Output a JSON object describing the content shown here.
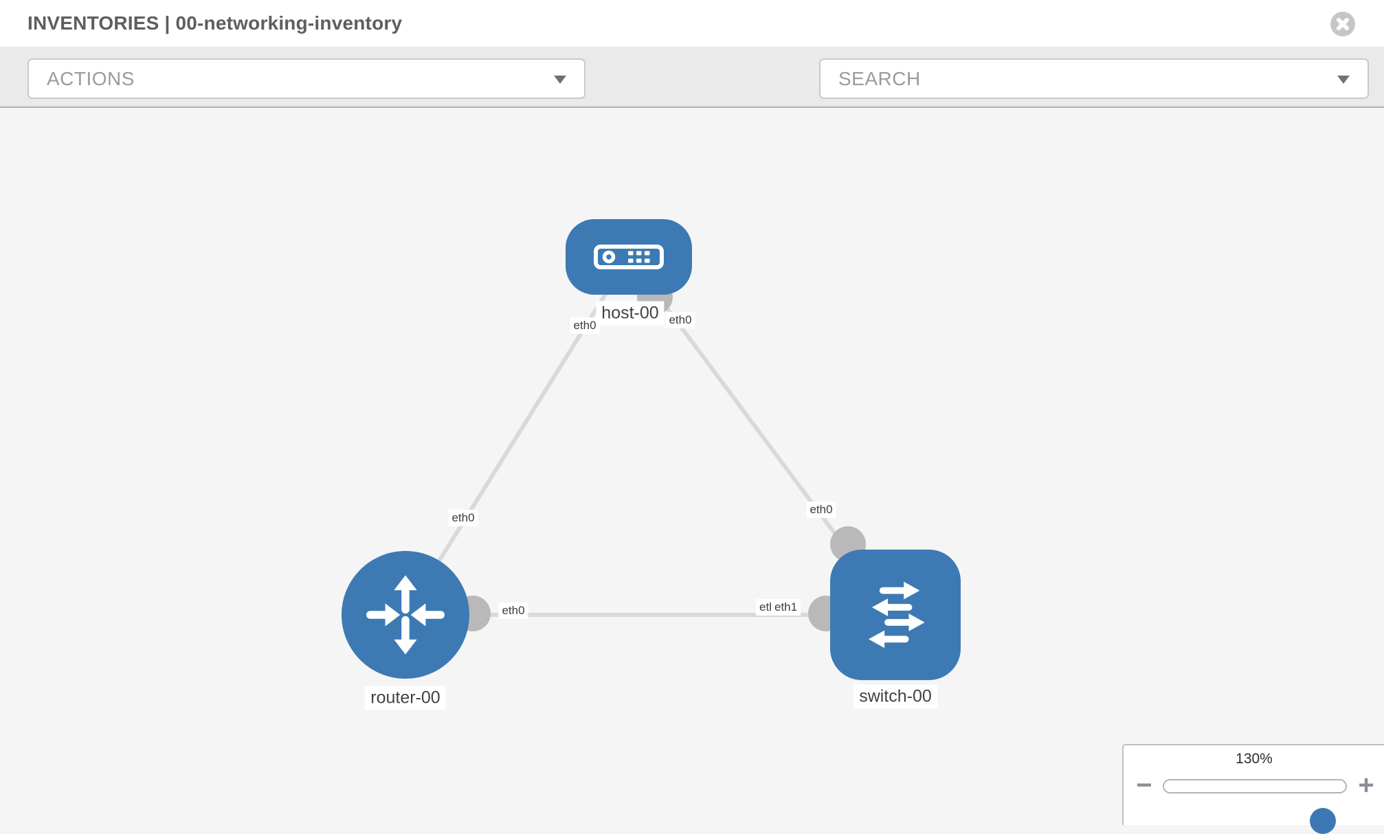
{
  "header": {
    "title": "INVENTORIES | 00-networking-inventory"
  },
  "toolbar": {
    "actions_label": "ACTIONS",
    "search_label": "SEARCH",
    "icons": [
      "wrench-icon",
      "key-icon"
    ]
  },
  "canvas": {
    "nodes": [
      {
        "label": "host-00",
        "type": "host"
      },
      {
        "label": "router-00",
        "type": "router"
      },
      {
        "label": "switch-00",
        "type": "switch"
      }
    ],
    "interfaces": {
      "host_left": "eth0",
      "host_right": "eth0",
      "router_top": "eth0",
      "switch_top": "eth0",
      "router_right": "eth0",
      "switch_left_back": "eth0",
      "switch_left_front": "eth1"
    },
    "links": [
      {
        "from": "router-00",
        "from_interface": "eth0",
        "to": "host-00",
        "to_interface": "eth0"
      },
      {
        "from": "host-00",
        "from_interface": "eth0",
        "to": "switch-00",
        "to_interface": "eth0"
      },
      {
        "from": "router-00",
        "from_interface": "eth0",
        "to": "switch-00",
        "to_interface": "eth1"
      }
    ]
  },
  "zoom_control": {
    "value": "130%",
    "percent": 130,
    "minus_label": "−",
    "plus_label": "+"
  },
  "colors": {
    "node_blue": "#3d7ab3",
    "link_gray": "#d9d9d9",
    "connector_gray": "#b9b9b9",
    "toolbar_bg": "#eaeaea",
    "canvas_bg": "#f5f5f5"
  }
}
